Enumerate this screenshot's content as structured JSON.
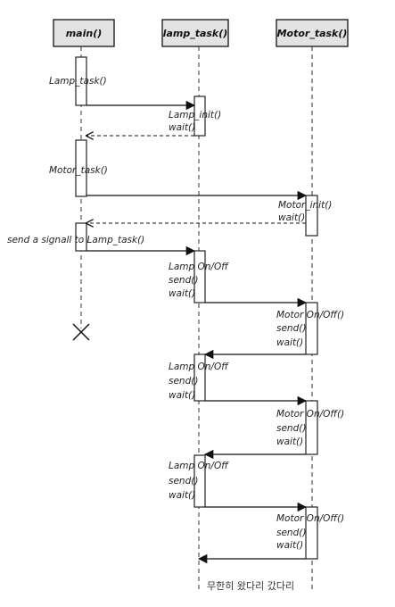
{
  "participants": [
    {
      "id": "main",
      "label": "main()"
    },
    {
      "id": "lamp",
      "label": "lamp_task()"
    },
    {
      "id": "motor",
      "label": "Motor_task()"
    }
  ],
  "labels": [
    {
      "id": "call-lamp-task",
      "text": "Lamp_task()"
    },
    {
      "id": "lamp-init",
      "text": "Lamp_init()"
    },
    {
      "id": "lamp-wait-1",
      "text": "wait()"
    },
    {
      "id": "call-motor-task",
      "text": "Motor_task()"
    },
    {
      "id": "motor-init",
      "text": "Motor_init()"
    },
    {
      "id": "motor-wait-1",
      "text": "wait()"
    },
    {
      "id": "send-signal",
      "text": "send a signall to Lamp_task()"
    },
    {
      "id": "lamp-onoff-1",
      "text": "Lamp On/Off"
    },
    {
      "id": "lamp-send-1",
      "text": "send()"
    },
    {
      "id": "lamp-wait-2",
      "text": "wait()"
    },
    {
      "id": "motor-onoff-1",
      "text": "Motor On/Off()"
    },
    {
      "id": "motor-send-1",
      "text": "send()"
    },
    {
      "id": "motor-wait-2",
      "text": "wait()"
    },
    {
      "id": "lamp-onoff-2",
      "text": "Lamp On/Off"
    },
    {
      "id": "lamp-send-2",
      "text": "send()"
    },
    {
      "id": "lamp-wait-3",
      "text": "wait()"
    },
    {
      "id": "motor-onoff-2",
      "text": "Motor On/Off()"
    },
    {
      "id": "motor-send-2",
      "text": "send()"
    },
    {
      "id": "motor-wait-3",
      "text": "wait()"
    },
    {
      "id": "lamp-onoff-3",
      "text": "Lamp On/Off"
    },
    {
      "id": "lamp-send-3",
      "text": "send()"
    },
    {
      "id": "lamp-wait-4",
      "text": "wait()"
    },
    {
      "id": "motor-onoff-3",
      "text": "Motor On/Off()"
    },
    {
      "id": "motor-send-3",
      "text": "send()"
    },
    {
      "id": "motor-wait-4",
      "text": "wait()"
    }
  ],
  "footer": "무한히 왔다리 갔다리",
  "colors": {
    "header_fill": "#e3e3e3",
    "line": "#222222"
  }
}
